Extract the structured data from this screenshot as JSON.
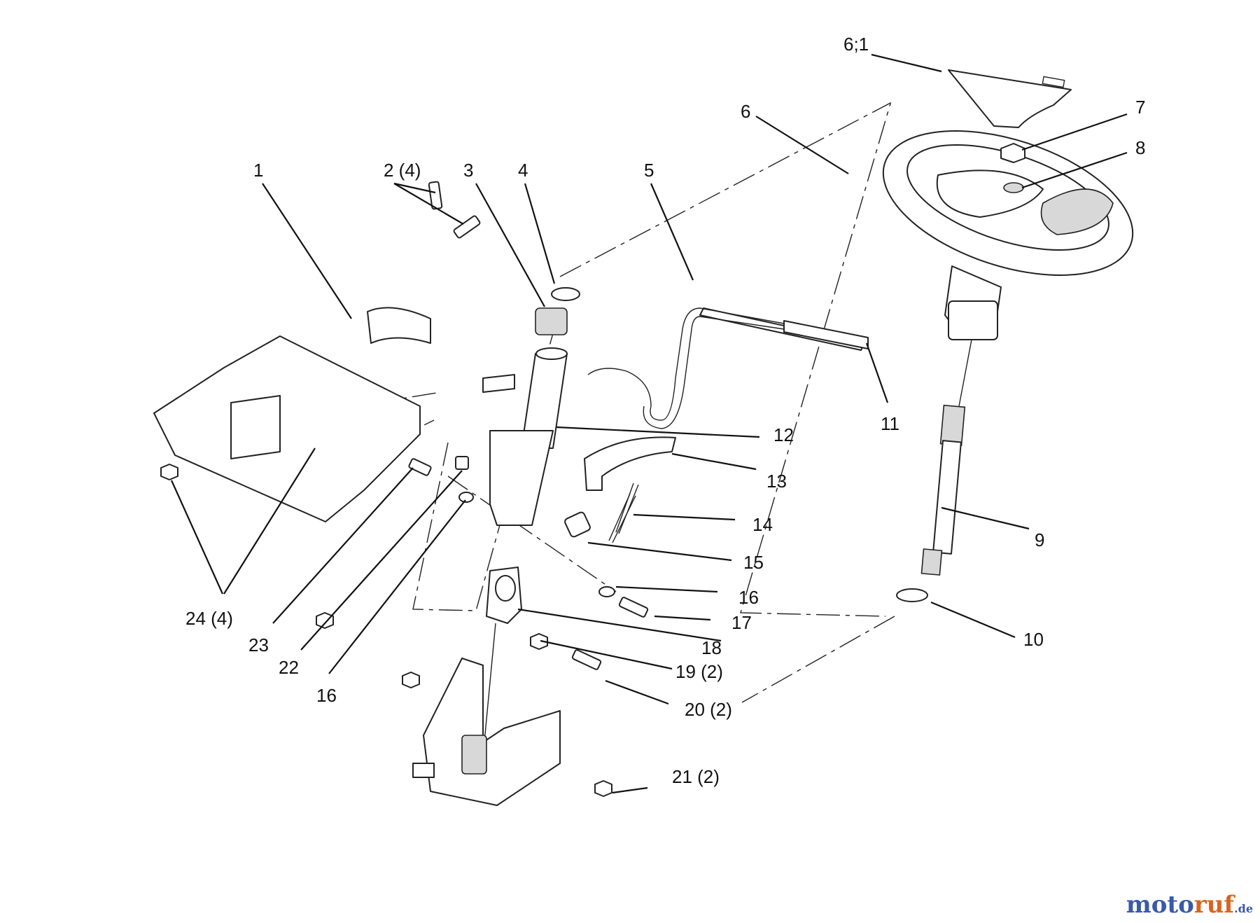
{
  "labels": {
    "l6_1": "6;1",
    "l6": "6",
    "l7": "7",
    "l8": "8",
    "l1": "1",
    "l2": "2 (4)",
    "l3": "3",
    "l4": "4",
    "l5": "5",
    "l11": "11",
    "l12": "12",
    "l13": "13",
    "l14": "14",
    "l9": "9",
    "l15": "15",
    "l16a": "16",
    "l17": "17",
    "l18": "18",
    "l10": "10",
    "l19": "19 (2)",
    "l20": "20 (2)",
    "l21": "21 (2)",
    "l24": "24 (4)",
    "l23": "23",
    "l22": "22",
    "l16b": "16"
  },
  "watermark": {
    "part1": "moto",
    "part2": "ruf",
    "part3": ".de"
  },
  "colors": {
    "line": "#111111",
    "watermark_blue": "#3a5aa8",
    "watermark_orange": "#d9641e"
  }
}
